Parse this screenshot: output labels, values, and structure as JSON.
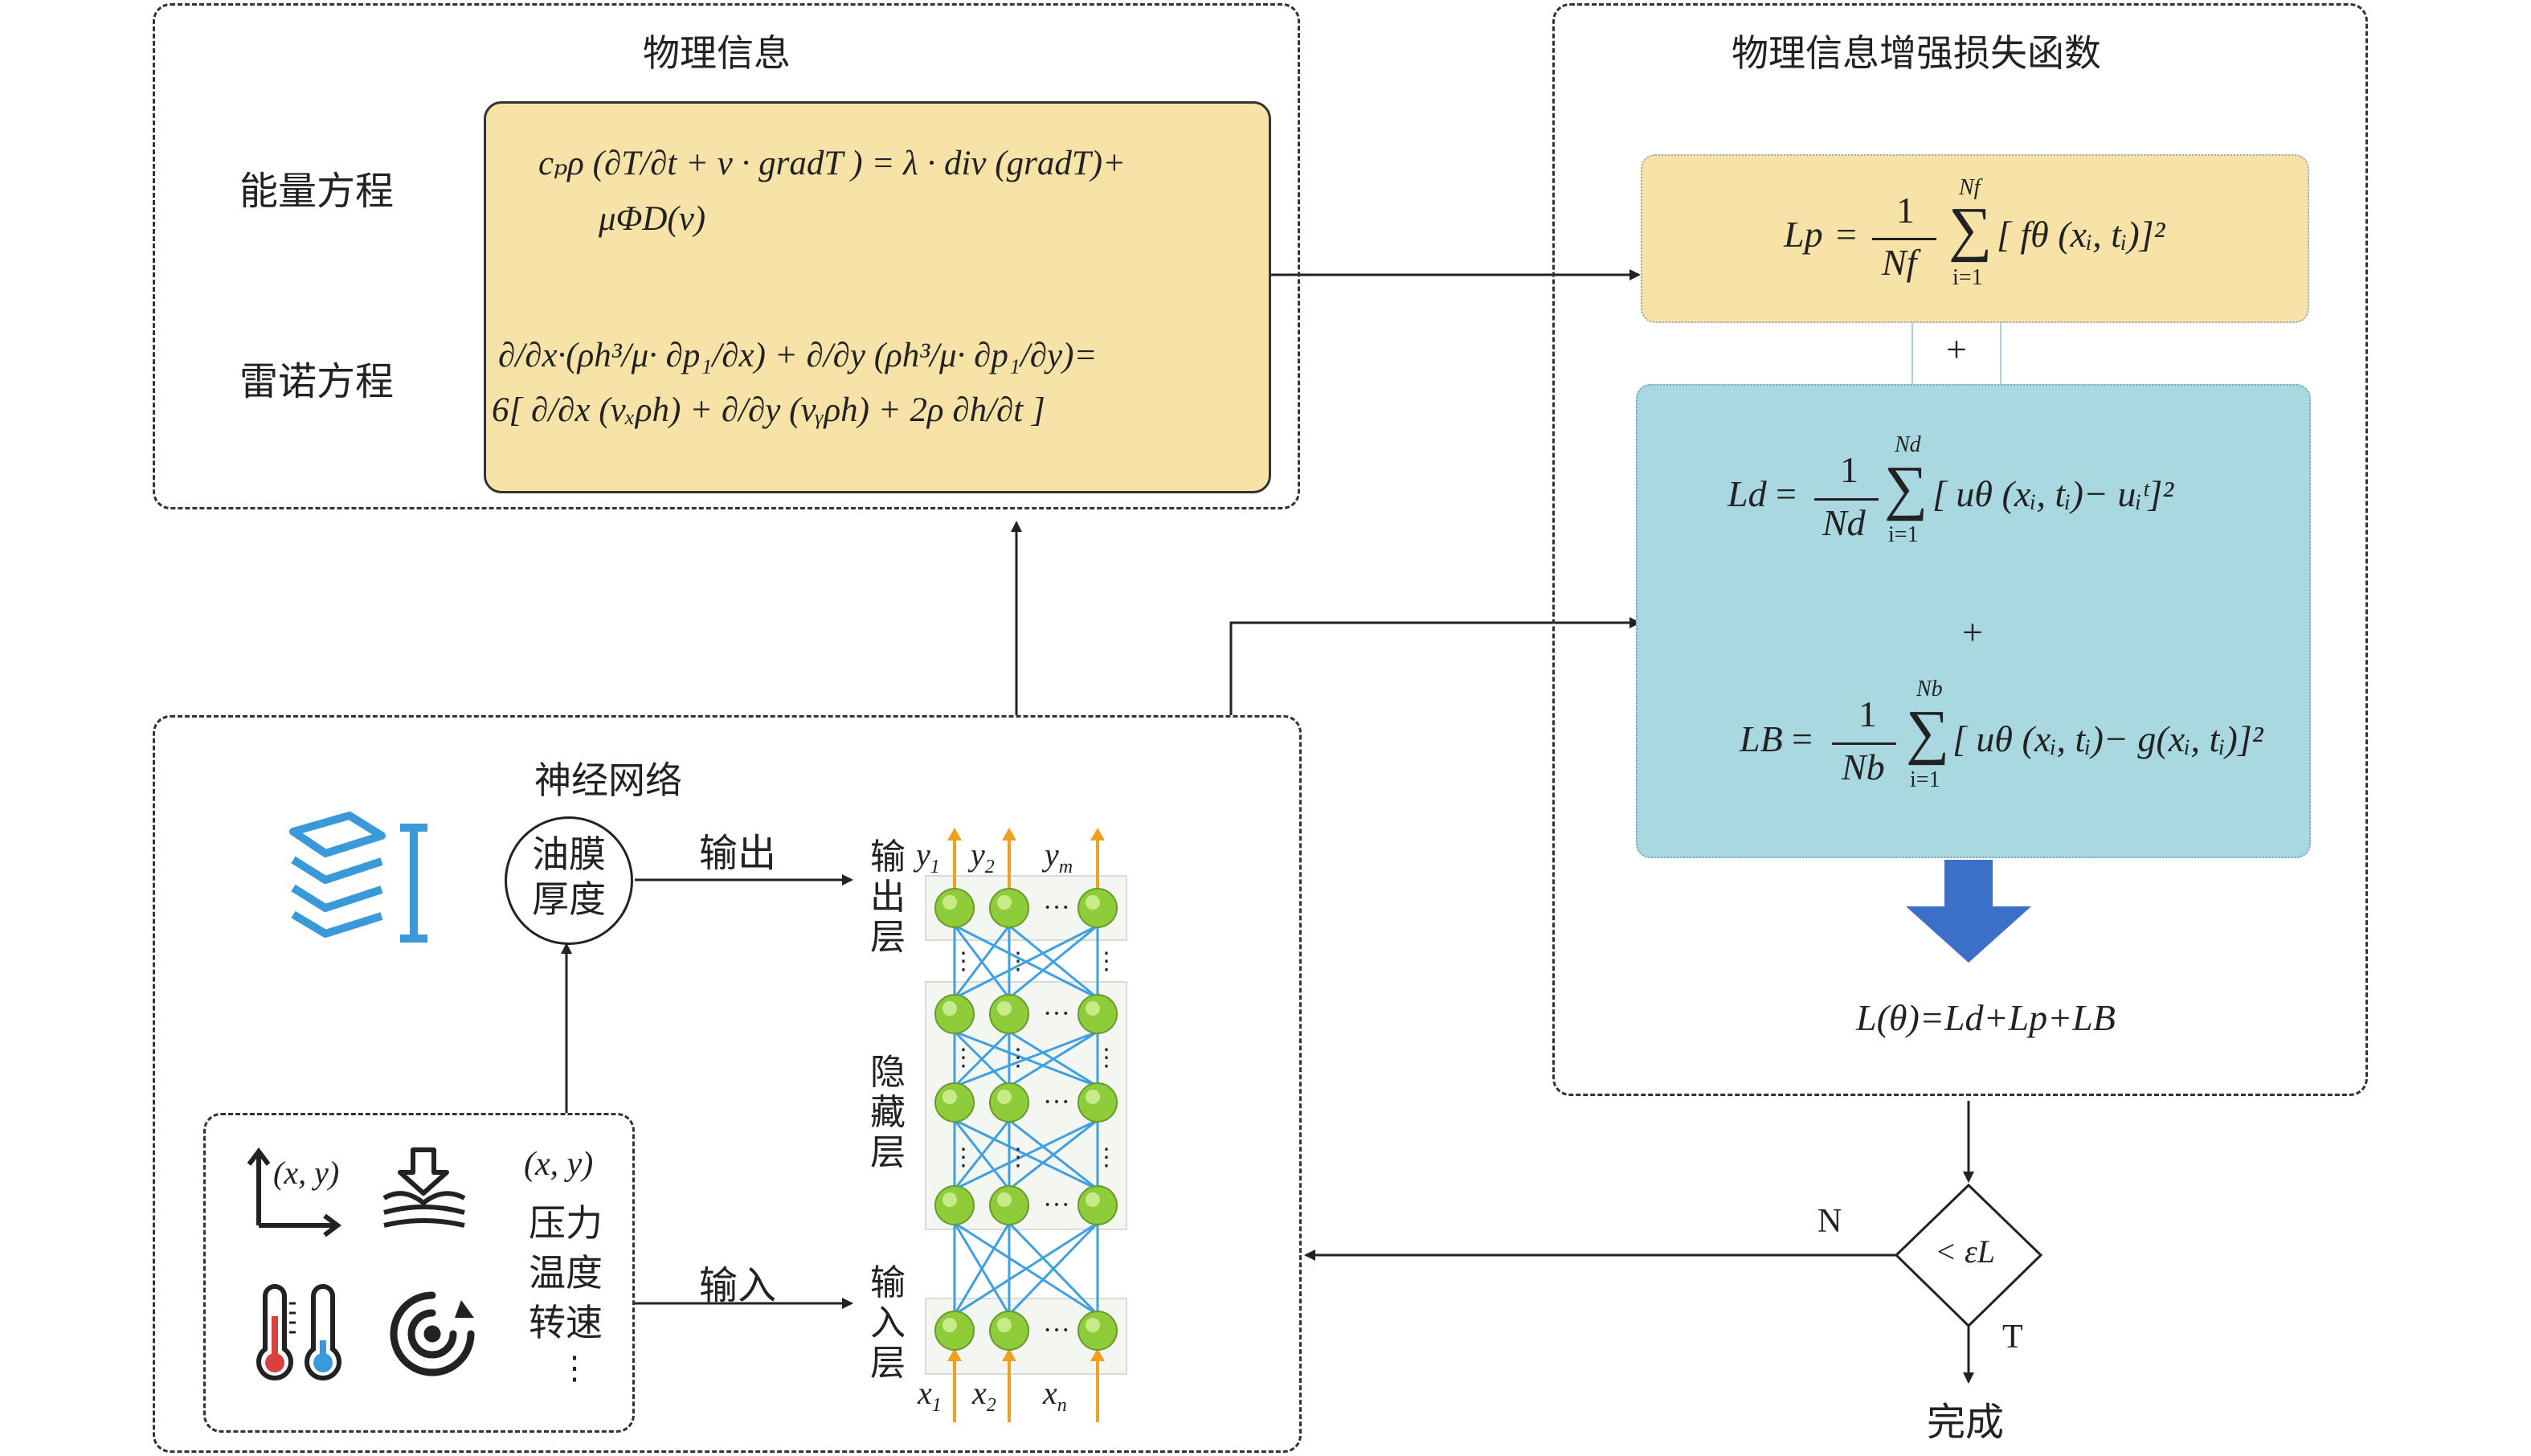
{
  "physics": {
    "title": "物理信息",
    "energy_label": "能量方程",
    "reynolds_label": "雷诺方程",
    "energy_eq_line1": "cₚρ (∂T/∂t + v · gradT ) = λ · div (gradT)+",
    "energy_eq_line2": "μΦD(v)",
    "reynolds_eq_line1": "∂/∂x·(ρh³/μ· ∂p₁/∂x) + ∂/∂y (ρh³/μ· ∂p₁/∂y)=",
    "reynolds_eq_line2": "6[ ∂/∂x (vₓρh) + ∂/∂y (vᵧρh) + 2ρ ∂h/∂t ]"
  },
  "loss": {
    "title": "物理信息增强损失函数",
    "lp_name": "Lp",
    "lp_formula": "[ fθ (xᵢ, tᵢ)]²",
    "lp_sum_top": "Nf",
    "lp_denominator": "Nf",
    "ld_name": "Ld",
    "ld_formula": "[ uθ (xᵢ, tᵢ)− uᵢᵗ]²",
    "ld_sum_top": "Nd",
    "ld_denominator": "Nd",
    "lb_name": "LB",
    "lb_formula": "[ uθ (xᵢ, tᵢ)− g(xᵢ, tᵢ)]²",
    "lb_sum_top": "Nb",
    "lb_denominator": "Nb",
    "numerator": "1",
    "sum_bottom": "i=1",
    "plus": "+",
    "total": "L(θ)=Ld+Lp+LB"
  },
  "decision": {
    "condition": "< εL",
    "no_label": "N",
    "true_label": "T",
    "done_label": "完成"
  },
  "network": {
    "title": "神经网络",
    "output_node": "油膜厚度",
    "output_label": "输出",
    "input_label": "输入",
    "output_layer": "输出层",
    "hidden_layer": "隐藏层",
    "input_layer": "输入层",
    "outputs": [
      "y1",
      "y2",
      "ym"
    ],
    "inputs": [
      "x1",
      "x2",
      "xn"
    ],
    "input_items": {
      "coord": "(x, y)",
      "coord2": "(x, y)",
      "pressure": "压力",
      "temperature": "温度",
      "speed": "转速",
      "more": "⋮"
    }
  },
  "colors": {
    "yellow_box": "#f7e2a8",
    "blue_box": "#a9d8e0",
    "arrow_blue": "#3b6fc8",
    "net_blue": "#3ea0e0",
    "node_green": "#8fcc3a",
    "arrow_orange": "#f0a020",
    "icon_blue": "#3a9ad9"
  }
}
